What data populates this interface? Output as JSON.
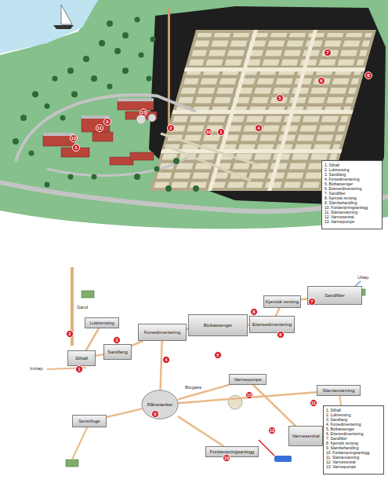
{
  "diagram": {
    "nodes": [
      {
        "text": [
          "1. Silhall",
          "2. Luktrensing",
          "3. Sandfang",
          "4. Forsedimentering",
          "5. Biobassenger",
          "6. Ettersedimentering",
          "7. Sandfilter",
          "8. Kjemisk rensing",
          "9. Slambehandling",
          "10. Fordampningsanlegg",
          "11. Slamavvanning",
          "12. Varmesentral",
          "13. Varmepumpe"
        ]
      },
      {
        "text": [
          "Silhall"
        ]
      },
      {
        "text": [
          "Luktrensing"
        ]
      },
      {
        "text": [
          "Sandfang"
        ]
      },
      {
        "text": [
          "Forsedimentering"
        ]
      },
      {
        "text": [
          "Biobassenger"
        ]
      },
      {
        "text": [
          "Ettersedimentering"
        ]
      },
      {
        "text": [
          "Sandfilter"
        ]
      },
      {
        "text": [
          "Kjemisk rensing"
        ]
      },
      {
        "text": [
          "Råtnetanker"
        ]
      },
      {
        "text": [
          "Fordampningsanlegg"
        ]
      },
      {
        "text": [
          "Slamavvanning"
        ]
      },
      {
        "text": [
          "Varmesentral"
        ]
      },
      {
        "text": [
          "Varmepumpe"
        ]
      },
      {
        "text": [
          "Sentrifuge"
        ]
      },
      {
        "text": [
          "1. Silhall",
          "2. Luktrensing",
          "3. Sandfang",
          "4. Forsedimentering",
          "5. Biobassenger",
          "6. Ettersedimentering",
          "7. Sandfilter",
          "8. Kjemisk rensing",
          "9. Slambehandling",
          "10. Fordampningsanlegg",
          "11. Slamavvanning",
          "12. Varmesentral",
          "13. Varmepumpe"
        ]
      }
    ],
    "edges": [
      {
        "from": 1,
        "to": 2,
        "arrow": "none"
      },
      {
        "from": 1,
        "to": 3,
        "arrow": "none"
      },
      {
        "from": 3,
        "to": 4,
        "arrow": "none"
      },
      {
        "from": 4,
        "to": 5,
        "arrow": "none"
      },
      {
        "from": 5,
        "to": 6,
        "arrow": "none"
      },
      {
        "from": 6,
        "to": 8,
        "arrow": "none"
      },
      {
        "from": 8,
        "to": 7,
        "arrow": "none"
      },
      {
        "from": 4,
        "to": 9,
        "arrow": "none"
      },
      {
        "from": 9,
        "to": 14,
        "arrow": "none"
      },
      {
        "from": 9,
        "to": 13,
        "arrow": "none"
      },
      {
        "from": 13,
        "to": 12,
        "arrow": "none"
      },
      {
        "from": 9,
        "to": 10,
        "arrow": "none"
      },
      {
        "from": 9,
        "to": 11,
        "arrow": "none"
      }
    ],
    "labels": [
      "1",
      "2",
      "3",
      "4",
      "5",
      "6",
      "7",
      "8",
      "9",
      "10",
      "11",
      "12",
      "13",
      "1",
      "2",
      "3",
      "4",
      "5",
      "6",
      "7",
      "8",
      "9",
      "10",
      "11",
      "12",
      "13",
      "Innløp",
      "Utløp",
      "Biogass",
      "Sand"
    ]
  }
}
